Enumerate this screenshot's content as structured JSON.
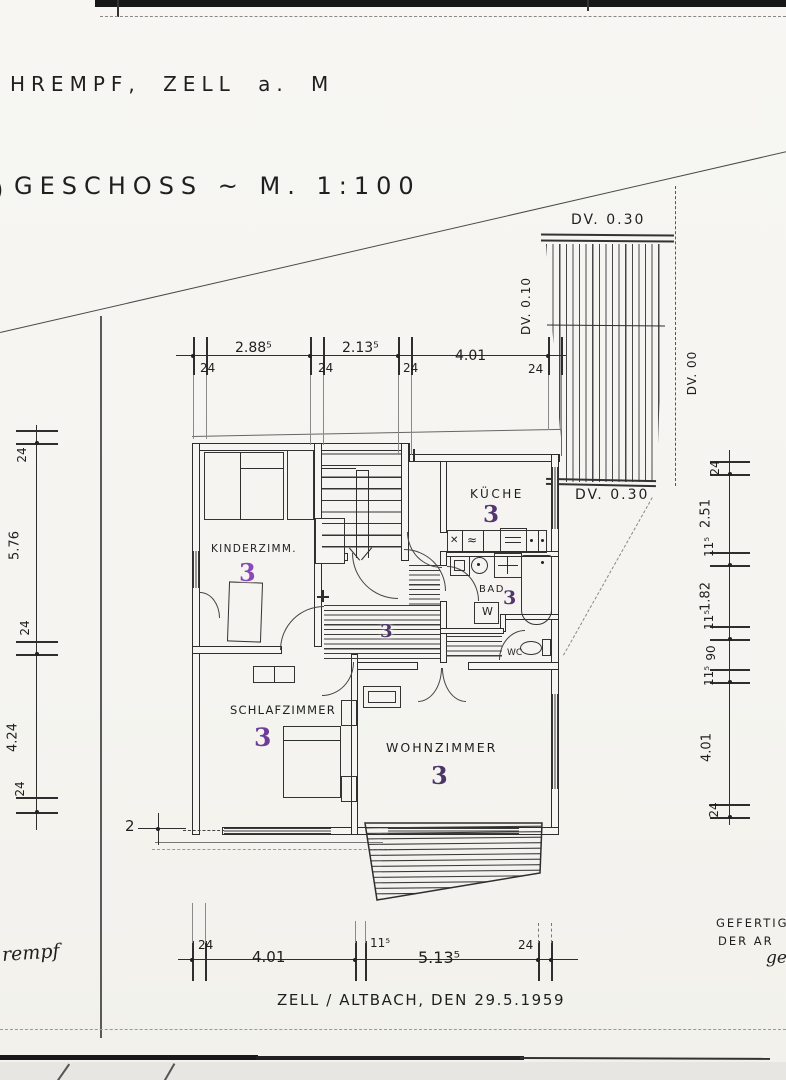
{
  "header": {
    "fragment": ")",
    "line1": "HREMPF, ZELL a. M",
    "line2": "GESCHOSS ~ M. 1:100"
  },
  "levels": {
    "top": "DV. 0.30",
    "left": "DV. 0.10",
    "right": "DV. 00",
    "bottom": "DV. 0.30"
  },
  "rooms": {
    "kinderzimmer": {
      "label": "KINDERZIMM.",
      "number": "3"
    },
    "kueche": {
      "label": "KÜCHE",
      "number": "3"
    },
    "bad": {
      "label": "BAD",
      "number": "3"
    },
    "flur": {
      "number": "3"
    },
    "schlafzimmer": {
      "label": "SCHLAFZIMMER",
      "number": "3"
    },
    "wohnzimmer": {
      "label": "WOHNZIMMER",
      "number": "3"
    },
    "wc": {
      "label": "WC"
    },
    "washer": {
      "label": "W"
    }
  },
  "dims": {
    "top": [
      "24",
      "2.88⁵",
      "24",
      "2.13⁵",
      "24",
      "4.01",
      "24"
    ],
    "bottom": [
      "24",
      "4.01",
      "11⁵",
      "5.13⁵",
      "24"
    ],
    "left": [
      "24",
      "5.76",
      "24",
      "4.24",
      "24"
    ],
    "right": [
      "24",
      "2.51",
      "11⁵",
      "1.82",
      "11⁵",
      "90",
      "11⁵",
      "4.01",
      "24"
    ],
    "stray": "2"
  },
  "icons": {
    "counter_a": "✕",
    "counter_b": "≈"
  },
  "footer": {
    "date": "ZELL / ALTBACH, DEN 29.5.1959",
    "right1": "GEFERTIG",
    "right2": "DER AR",
    "right3": "ge",
    "signature": "rempf"
  }
}
